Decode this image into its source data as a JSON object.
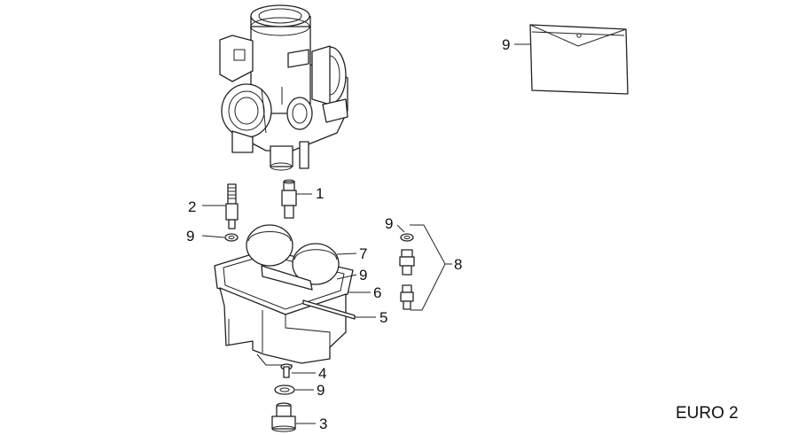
{
  "diagram": {
    "model_tag": "EURO 2",
    "callouts": {
      "bag": "9",
      "part1": "1",
      "part2": "2",
      "washer_left": "9",
      "float": "7",
      "washer_gasket": "9",
      "gasket": "6",
      "pin": "5",
      "needle_kit": "8",
      "washer_kit": "9",
      "screw": "4",
      "washer_bottom": "9",
      "drain_plug": "3"
    }
  }
}
